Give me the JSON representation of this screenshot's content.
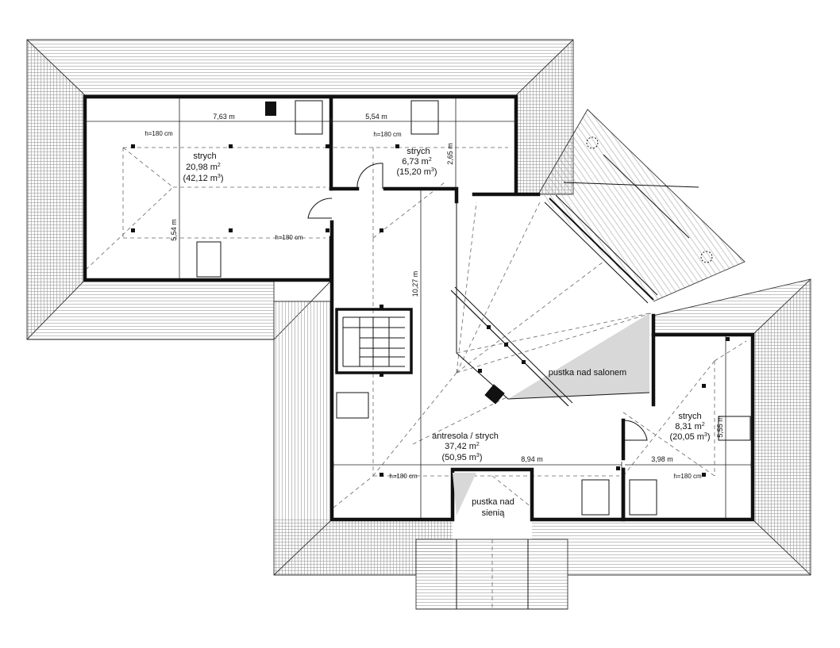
{
  "rooms": {
    "strych_left": {
      "name": "strych",
      "area": "20,98 m",
      "volume": "(42,12 m",
      "unit_sup": "2",
      "vol_sup": "3"
    },
    "strych_mid": {
      "name": "strych",
      "area": "6,73 m",
      "volume": "(15,20 m",
      "unit_sup": "2",
      "vol_sup": "3"
    },
    "strych_right": {
      "name": "strych",
      "area": "8,31 m",
      "volume": "(20,05 m",
      "unit_sup": "2",
      "vol_sup": "3"
    },
    "antresola": {
      "name": "antresola / strych",
      "area": "37,42 m",
      "volume": "(50,95 m",
      "unit_sup": "2",
      "vol_sup": "3"
    },
    "pustka_salon": {
      "name": "pustka nad salonem"
    },
    "pustka_sien": {
      "line1": "pustka nad",
      "line2": "sienią"
    }
  },
  "dimensions": {
    "d_763": "7,63 m",
    "d_554_top": "5,54 m",
    "d_554_left": "5,54 m",
    "d_265": "2,65 m",
    "d_1027": "10,27 m",
    "d_894": "8,94 m",
    "d_398": "3,98 m",
    "d_555": "5,55 m"
  },
  "heights": {
    "h1": "h=180 cm",
    "h2": "h=180 cm",
    "h3": "h=180 cm",
    "h4": "h=180 cm",
    "h5": "h=180 cm"
  },
  "close_paren": ")",
  "colors": {
    "wall": "#111111",
    "roof": "#333333",
    "void_fill": "#d8d8d8"
  }
}
